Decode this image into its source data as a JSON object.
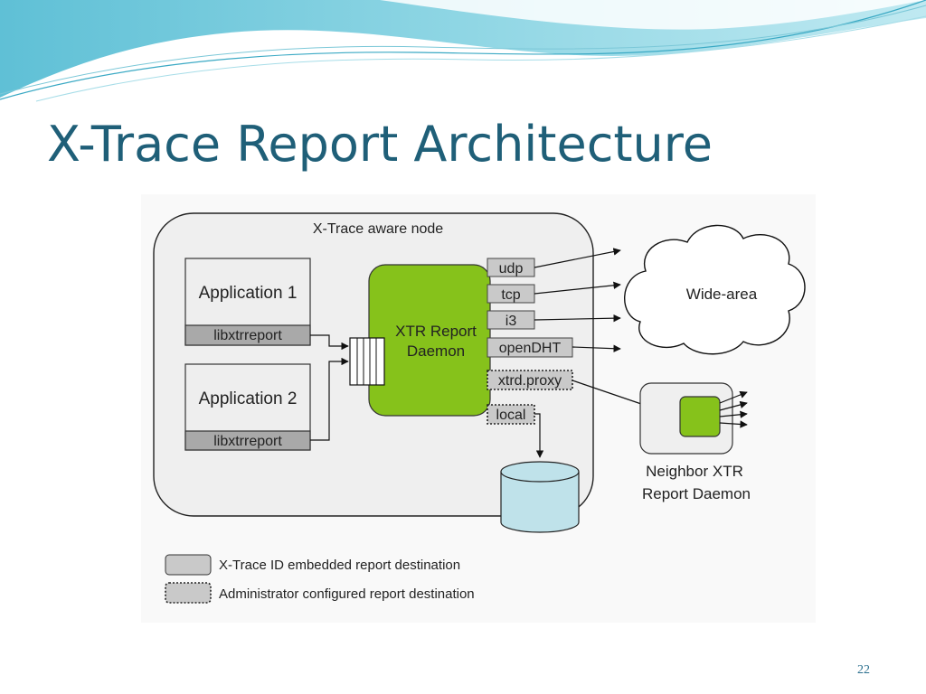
{
  "slide": {
    "title": "X-Trace Report Architecture",
    "page_number": "22"
  },
  "diagram": {
    "node_label": "X-Trace aware node",
    "app1": "Application 1",
    "app1_lib": "libxtrreport",
    "app2": "Application 2",
    "app2_lib": "libxtrreport",
    "daemon_line1": "XTR Report",
    "daemon_line2": "Daemon",
    "ports": {
      "udp": "udp",
      "tcp": "tcp",
      "i3": "i3",
      "opendht": "openDHT",
      "xtrd_proxy": "xtrd.proxy",
      "local": "local"
    },
    "wide_area": "Wide-area",
    "neighbor_line1": "Neighbor XTR",
    "neighbor_line2": "Report Daemon",
    "legend": {
      "embedded": "X-Trace ID embedded report destination",
      "administrator": "Administrator configured report destination"
    }
  },
  "colors": {
    "title": "#1f5f78",
    "daemon_green": "#86c21b",
    "node_fill": "#efefef",
    "port_fill": "#c9c9c9",
    "lib_fill": "#a9a9a9"
  }
}
